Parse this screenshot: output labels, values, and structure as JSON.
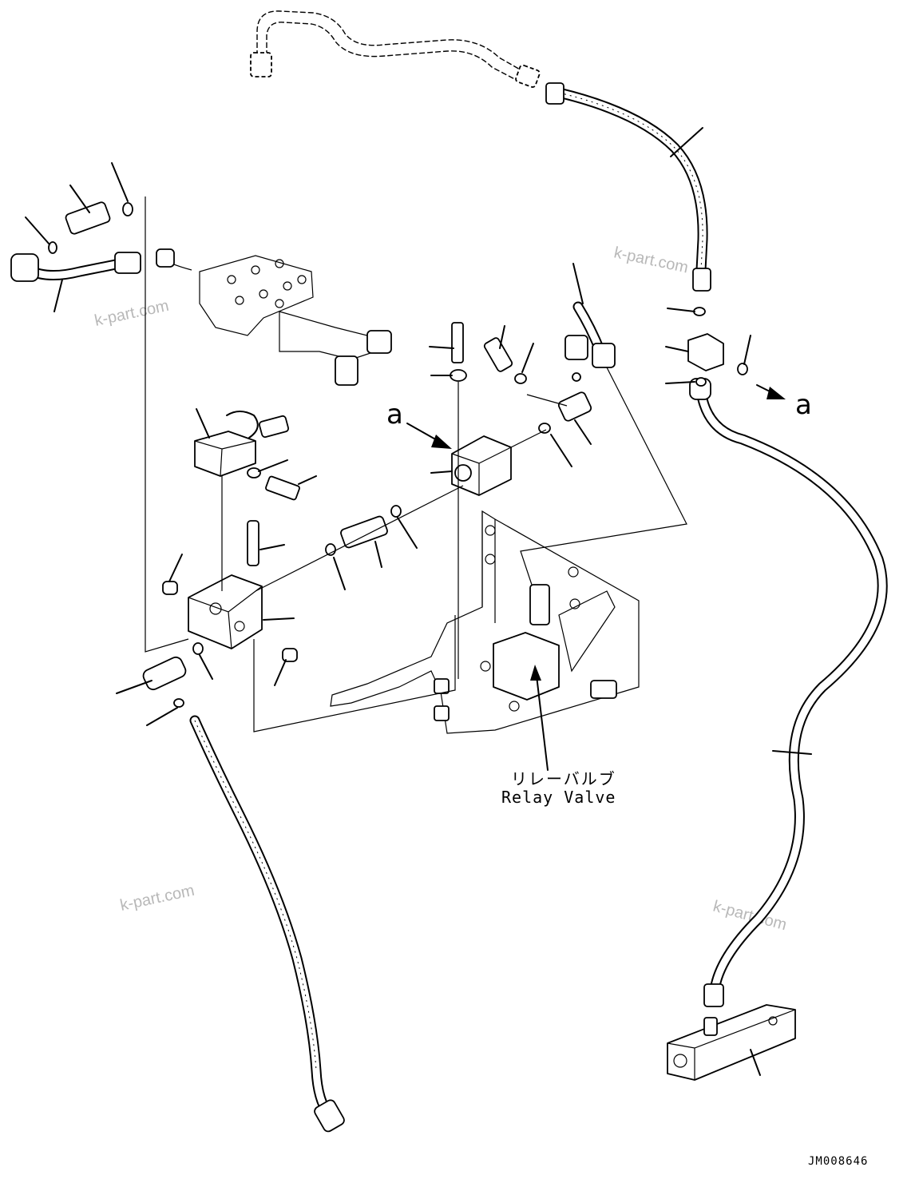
{
  "diagram": {
    "relay_valve_label_jp": "リレーバルブ",
    "relay_valve_label_en": "Relay Valve",
    "section_marker_left": "a",
    "section_marker_right": "a",
    "drawing_number": "JM008646",
    "watermark": "k-part.com"
  }
}
